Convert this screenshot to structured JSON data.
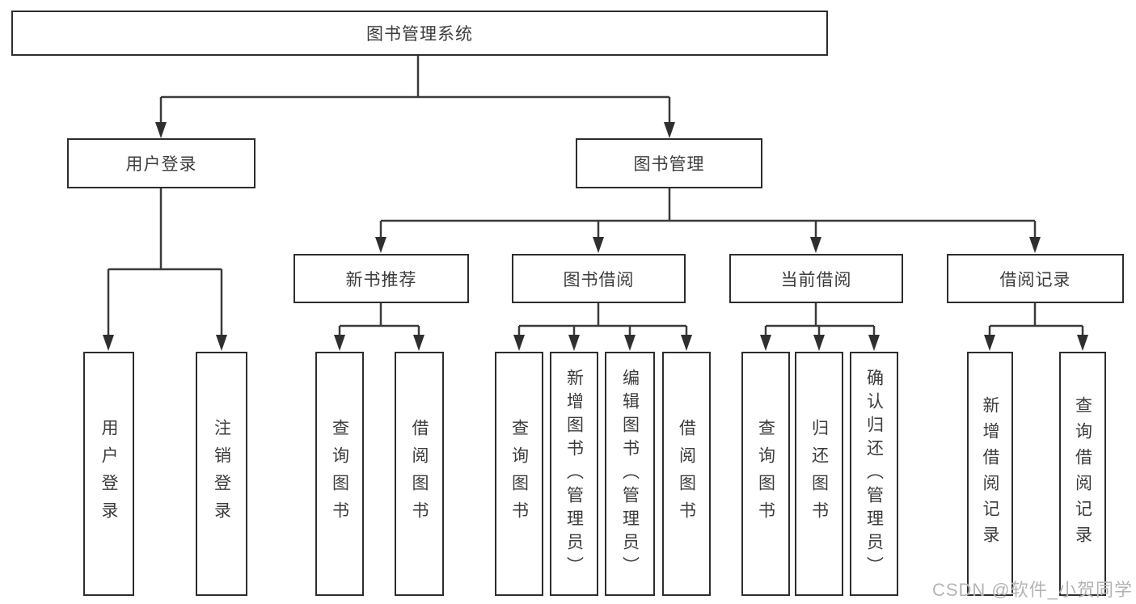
{
  "tree": {
    "root": "图书管理系统",
    "branches": [
      {
        "label": "用户登录",
        "children": [
          "用户登录",
          "注销登录"
        ]
      },
      {
        "label": "图书管理",
        "sections": [
          {
            "label": "新书推荐",
            "children": [
              "查询图书",
              "借阅图书"
            ]
          },
          {
            "label": "图书借阅",
            "children": [
              "查询图书",
              "新增图书（管理员）",
              "编辑图书（管理员）",
              "借阅图书"
            ]
          },
          {
            "label": "当前借阅",
            "children": [
              "查询图书",
              "归还图书",
              "确认归还（管理员）"
            ]
          },
          {
            "label": "借阅记录",
            "children": [
              "新增借阅记录",
              "查询借阅记录"
            ]
          }
        ]
      }
    ]
  },
  "watermark": {
    "text": "CSDN @软件_小贺同学"
  },
  "colors": {
    "line": "#3a3a3a",
    "box_border": "#2d2d2d",
    "text": "#3c3c3c",
    "watermark": "#b4b4b4",
    "background": "#ffffff"
  }
}
